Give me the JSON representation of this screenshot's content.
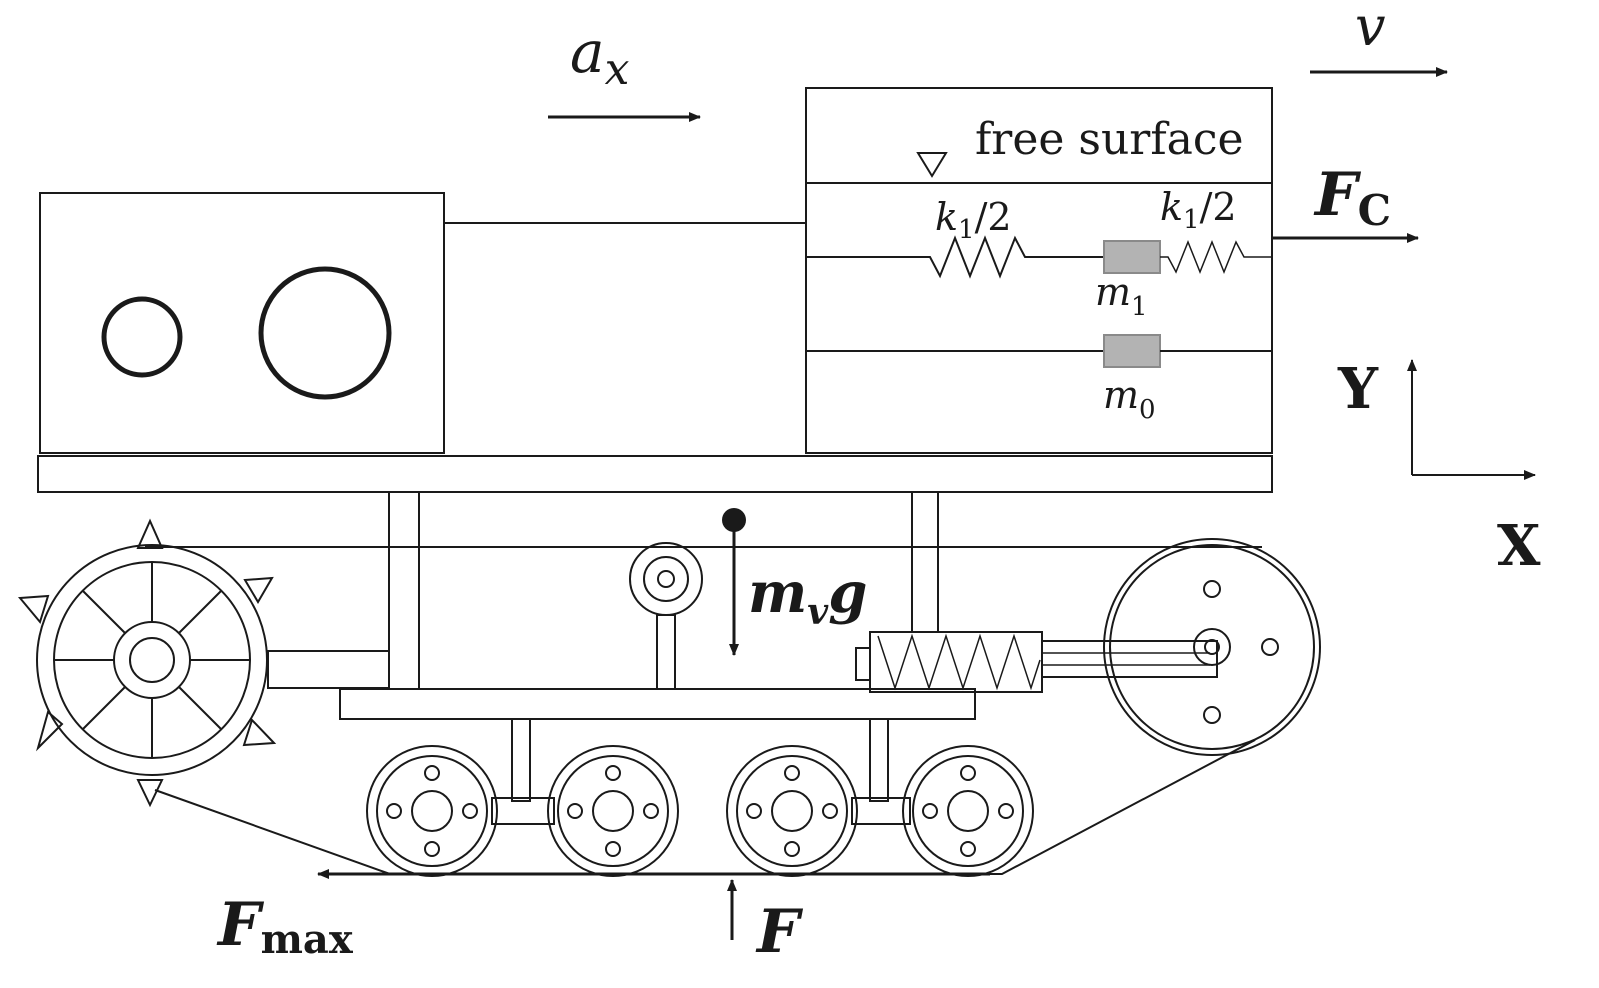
{
  "labels": {
    "ax_base": "a",
    "ax_sub": "x",
    "v": "v",
    "free_surface": "free surface",
    "fc_base": "F",
    "fc_sub": "C",
    "k1_left_base": "k",
    "k1_left_sub": "1",
    "k1_left_rest": "/2",
    "k1_right_base": "k",
    "k1_right_sub": "1",
    "k1_right_rest": "/2",
    "m1_base": "m",
    "m1_sub": "1",
    "m0_base": "m",
    "m0_sub": "0",
    "y_axis": "Y",
    "x_axis": "X",
    "mvg": "m",
    "mvg_sub": "v",
    "mvg_g": "g",
    "fmax_base": "F",
    "fmax_sub": "max",
    "f": "F"
  },
  "colors": {
    "line": "#1a1a1a",
    "mass_fill": "#b3b3b3"
  }
}
